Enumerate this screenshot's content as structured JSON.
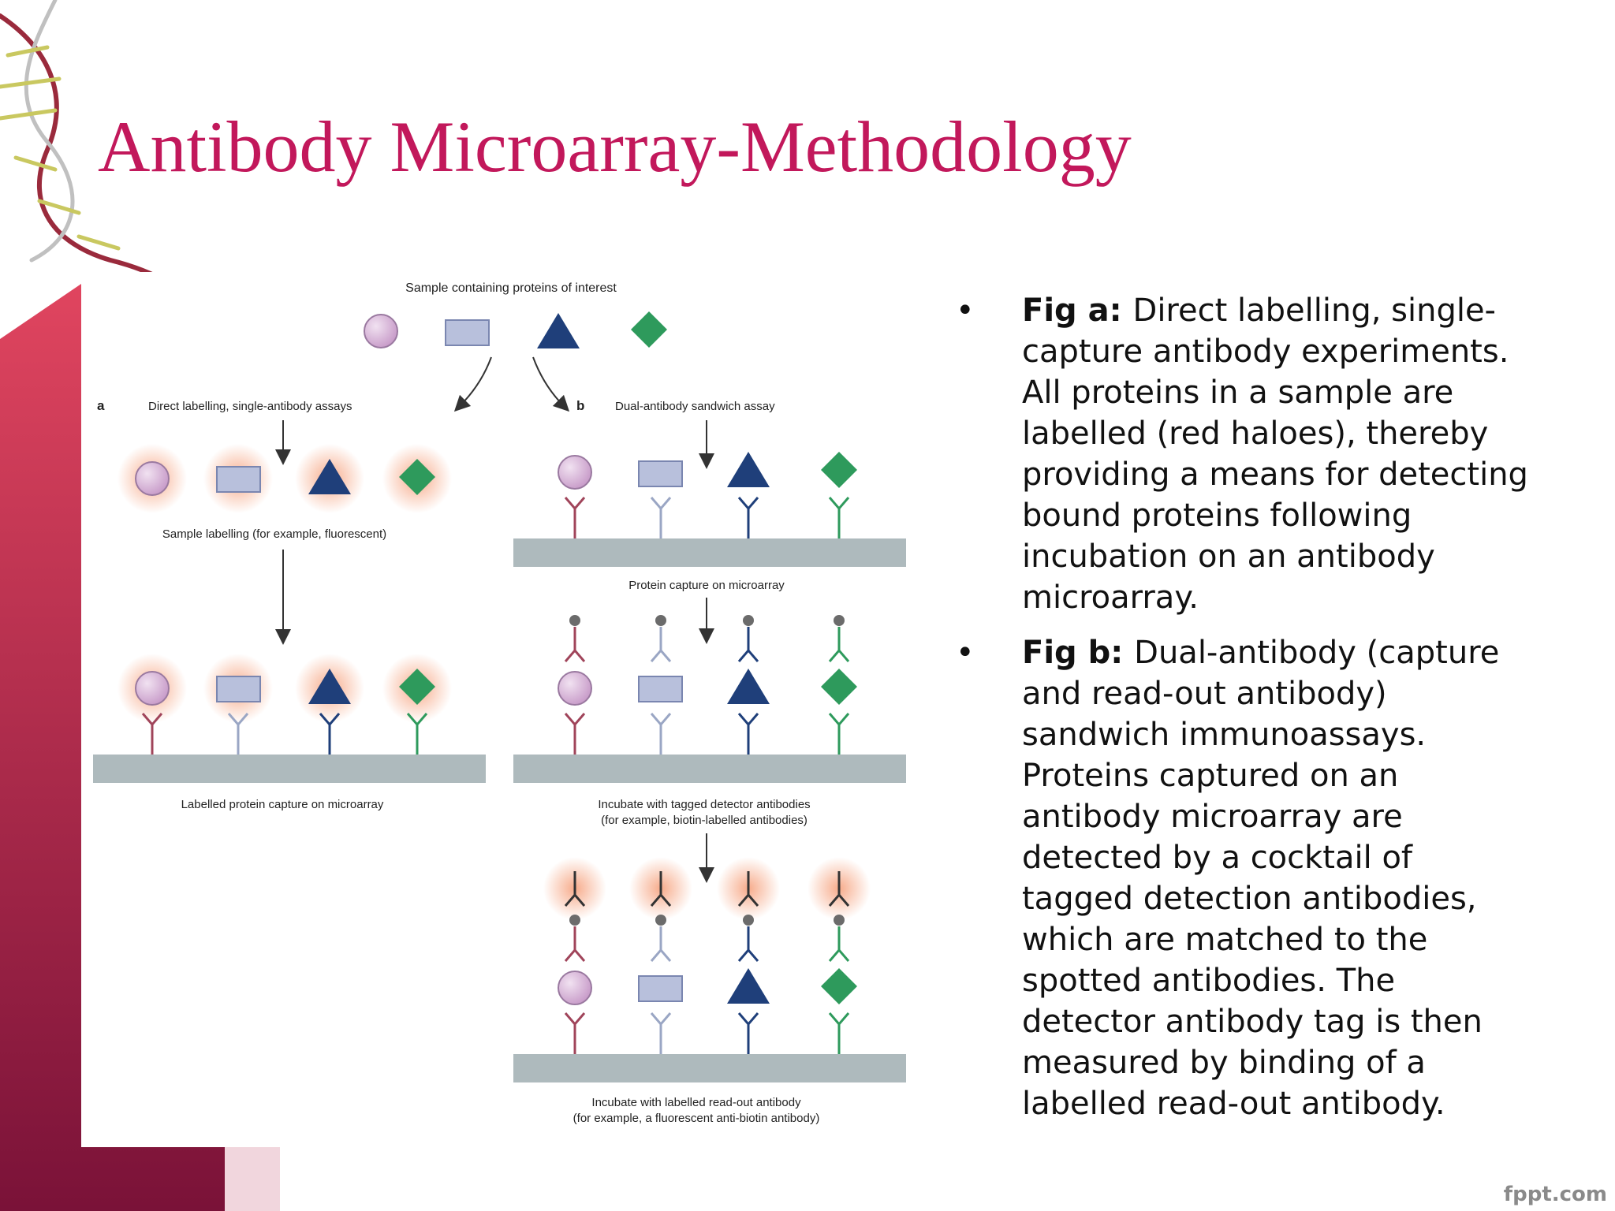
{
  "slide": {
    "title": "Antibody Microarray-Methodology",
    "title_color": "#c2185b",
    "footer_brand": "fppt.com"
  },
  "figure": {
    "top_label": "Sample containing proteins of interest",
    "panel_a": {
      "letter": "a",
      "title": "Direct labelling, single-antibody assays",
      "step_label": "Sample labelling (for example, fluorescent)",
      "bottom_label": "Labelled protein capture on microarray"
    },
    "panel_b": {
      "letter": "b",
      "title": "Dual-antibody sandwich assay",
      "step1_label": "Protein capture on microarray",
      "step2_label_line1": "Incubate with tagged detector antibodies",
      "step2_label_line2": "(for example, biotin-labelled antibodies)",
      "step3_label_line1": "Incubate with labelled read-out antibody",
      "step3_label_line2": "(for example, a fluorescent anti-biotin antibody)"
    },
    "colors": {
      "circle": "#d9b8d9",
      "rectangle": "#b8c0dc",
      "triangle": "#1f3f7a",
      "diamond": "#2e9a5c",
      "halo": "#f6a27e",
      "surface": "#aebabd"
    }
  },
  "bullets": [
    {
      "label": "Fig a:",
      "text": "Direct labelling, single-capture antibody experiments. All proteins in a sample are labelled (red haloes), thereby providing a means for detecting bound proteins following incubation on an antibody microarray."
    },
    {
      "label": "Fig b:",
      "text": "Dual-antibody (capture and read-out antibody) sandwich immunoassays. Proteins captured on an antibody microarray are detected by a cocktail of tagged detection antibodies, which are matched to the spotted antibodies. The detector antibody tag is then measured by binding of a labelled read-out antibody."
    }
  ]
}
